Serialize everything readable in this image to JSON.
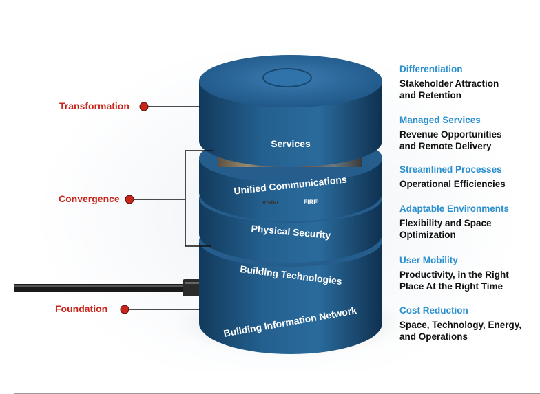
{
  "left_labels": {
    "transformation": "Transformation",
    "convergence": "Convergence",
    "foundation": "Foundation"
  },
  "layers": {
    "services": "Services",
    "unified_communications": "Unified Communications",
    "physical_security": "Physical Security",
    "building_technologies": "Building Technologies",
    "building_information_network": "Building Information Network"
  },
  "benefits": [
    {
      "heading": "Differentiation",
      "text": "Stakeholder Attraction\nand Retention"
    },
    {
      "heading": "Managed Services",
      "text": "Revenue Opportunities\nand Remote Delivery"
    },
    {
      "heading": "Streamlined Processes",
      "text": "Operational Efficiencies"
    },
    {
      "heading": "Adaptable Environments",
      "text": "Flexibility and Space\nOptimization"
    },
    {
      "heading": "User Mobility",
      "text": "Productivity, in the Right\nPlace At the Right Time"
    },
    {
      "heading": "Cost Reduction",
      "text": "Space, Technology, Energy,\nand Operations"
    }
  ],
  "image_text": {
    "sign_left": "vistar",
    "sign_right": "FIRE"
  },
  "colors": {
    "accent_red": "#c8261b",
    "heading_blue": "#2a8fcf",
    "layer_blue": "#1f5a8c"
  }
}
